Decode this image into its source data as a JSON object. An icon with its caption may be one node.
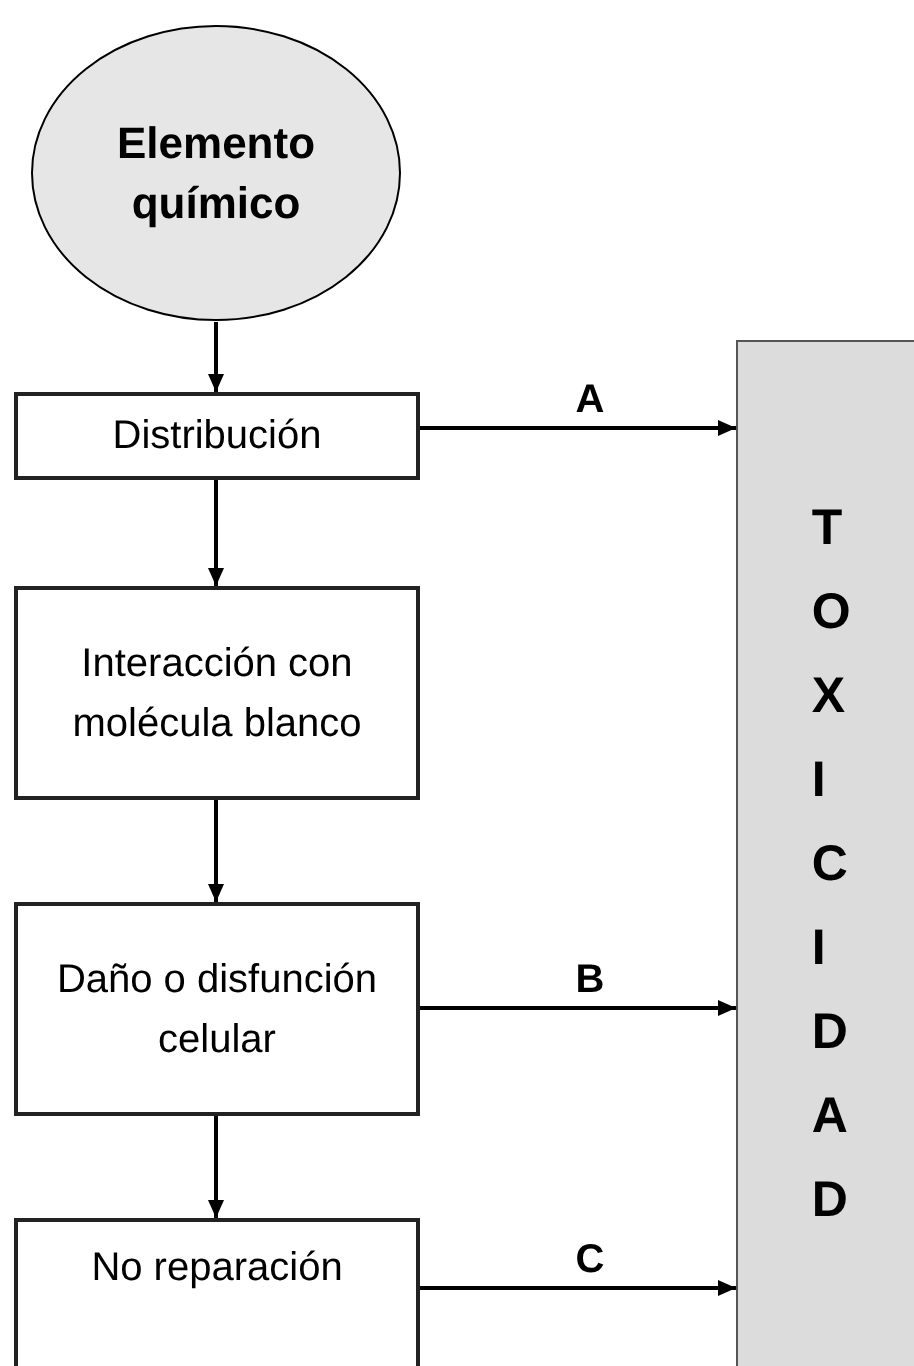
{
  "diagram": {
    "nodes": [
      {
        "text": [
          "Elemento químico"
        ]
      },
      {
        "text": [
          "Distribución"
        ]
      },
      {
        "text": [
          "Interacción con molécula blanco"
        ]
      },
      {
        "text": [
          "Daño o disfunción celular"
        ]
      },
      {
        "text": [
          "No reparación"
        ]
      },
      {
        "text": [
          "TOXICIDAD"
        ]
      }
    ],
    "edges": [
      {
        "from": 0,
        "to": 1,
        "arrow": "to"
      },
      {
        "from": 1,
        "to": 2,
        "arrow": "to"
      },
      {
        "from": 2,
        "to": 3,
        "arrow": "to"
      },
      {
        "from": 3,
        "to": 4,
        "arrow": "to"
      },
      {
        "from": 1,
        "to": 5,
        "arrow": "to",
        "label": "A"
      },
      {
        "from": 3,
        "to": 5,
        "arrow": "to",
        "label": "B"
      },
      {
        "from": 4,
        "to": 5,
        "arrow": "to",
        "label": "C"
      }
    ]
  }
}
